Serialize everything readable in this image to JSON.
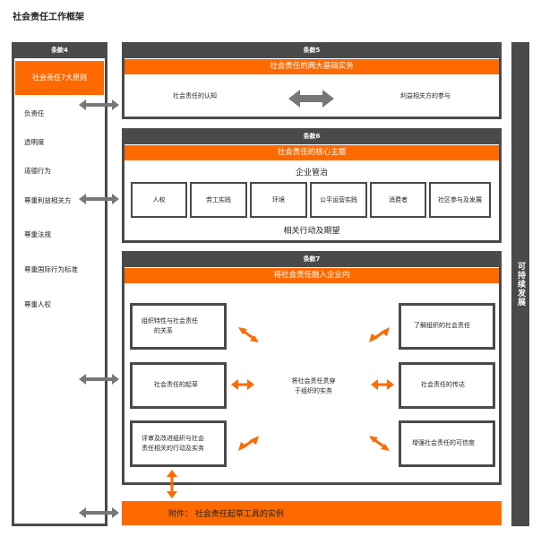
{
  "title": "社会责任工作框架",
  "clause4": {
    "header": "条款4",
    "banner": "社会责任7大原则",
    "items": [
      "负责任",
      "透明度",
      "道德行为",
      "尊重利益相关方",
      "尊重法规",
      "尊重国际行为标准",
      "尊重人权"
    ]
  },
  "clause5": {
    "header": "条款5",
    "banner": "社会责任的两大基础实务",
    "left": "社会责任的认知",
    "right": "利益相关方的参与"
  },
  "clause6": {
    "header": "条款6",
    "banner": "社会责任的核心主题",
    "governance": "企业管治",
    "topics": [
      "人权",
      "劳工实践",
      "环境",
      "公平运营实践",
      "消费者",
      "社区参与及发展"
    ],
    "footer": "相关行动及期望"
  },
  "clause7": {
    "header": "条款7",
    "banner": "将社会责任融入企业内",
    "center": [
      "将社会责任贯穿",
      "于组织的实务"
    ],
    "left_boxes": [
      [
        "组织特性与社会责任",
        "的关系"
      ],
      [
        "社会责任的起草"
      ],
      [
        "评审及改进组织与社会",
        "责任相关的行动及实务"
      ]
    ],
    "right_boxes": [
      [
        "了解组织的社会责任"
      ],
      [
        "社会责任的传达"
      ],
      [
        "增强社会责任的可信度"
      ]
    ]
  },
  "annex": "附件：  社会责任起草工具的实例",
  "sidebar": "可持续发展",
  "colors": {
    "dark": "#4a4a4a",
    "orange": "#ff6a00",
    "arrow_grey": "#777777"
  }
}
